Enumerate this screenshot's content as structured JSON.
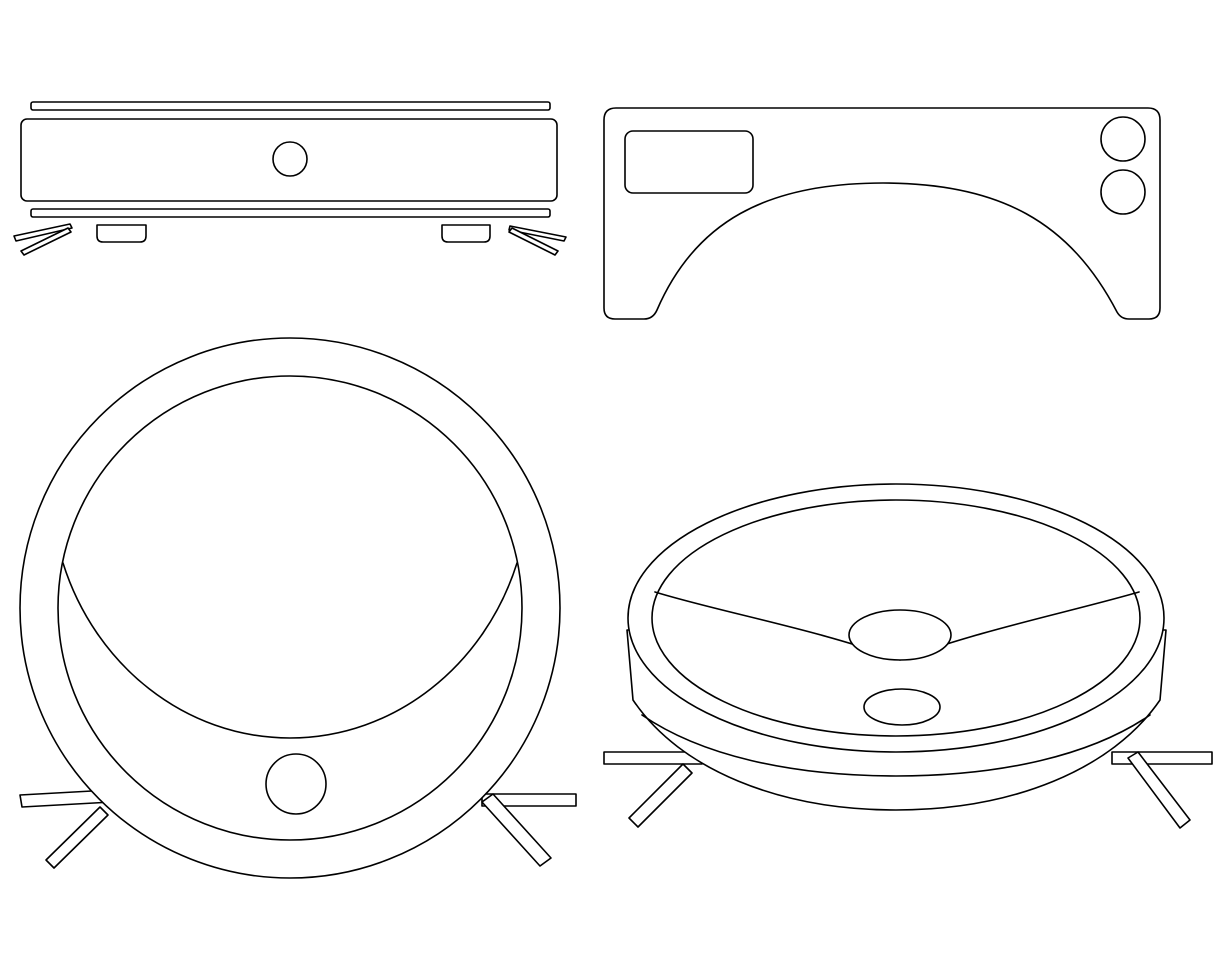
{
  "image": {
    "background": "#ffffff",
    "line_color": "#000000",
    "style": "outline line art",
    "views": [
      {
        "id": "side",
        "label": ""
      },
      {
        "id": "front",
        "label": ""
      },
      {
        "id": "top",
        "label": ""
      },
      {
        "id": "perspective",
        "label": ""
      }
    ]
  }
}
